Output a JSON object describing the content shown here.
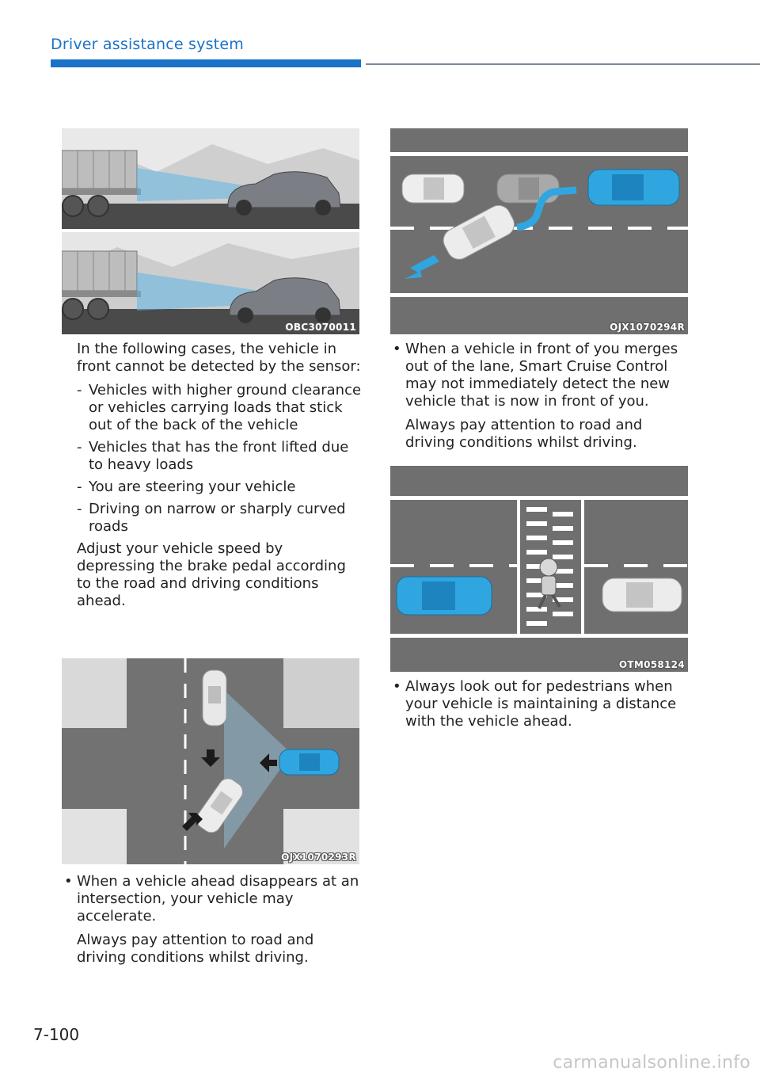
{
  "header": {
    "section_title": "Driver assistance system"
  },
  "figures": {
    "fig1": {
      "code": "OBC3070011"
    },
    "fig2": {
      "code": "OJX1070293R"
    },
    "fig3": {
      "code": "OJX1070294R"
    },
    "fig4": {
      "code": "OTM058124"
    }
  },
  "left": {
    "intro": "In the following cases, the vehicle in front cannot be detected by the sensor:",
    "dash_items": [
      "Vehicles with higher ground clearance or vehicles carrying loads that stick out of the back of the vehicle",
      "Vehicles that has the front lifted due to heavy loads",
      "You are steering your vehicle",
      "Driving on narrow or sharply curved roads"
    ],
    "adjust_note": "Adjust your vehicle speed by depressing the brake pedal according to the road and driving conditions ahead.",
    "bullet2": "When a vehicle ahead disappears at an intersection, your vehicle may accelerate.",
    "bullet2_note": "Always pay attention to road and driving conditions whilst driving."
  },
  "right": {
    "bullet1": "When a vehicle in front of you merges out of the lane, Smart Cruise Control may not immediately detect the new vehicle that is now in front of you.",
    "bullet1_note": "Always pay attention to road and driving conditions whilst driving.",
    "bullet2": "Always look out for pedestrians when your vehicle is maintaining a distance with the vehicle ahead."
  },
  "markers": {
    "dash": "-",
    "bullet": "•"
  },
  "footer": {
    "page_number": "7-100",
    "watermark": "carmanualsonline.info"
  },
  "colors": {
    "brand_blue": "#1a73c8",
    "car_blue": "#2fa6e0",
    "road": "#6f6f6f"
  }
}
